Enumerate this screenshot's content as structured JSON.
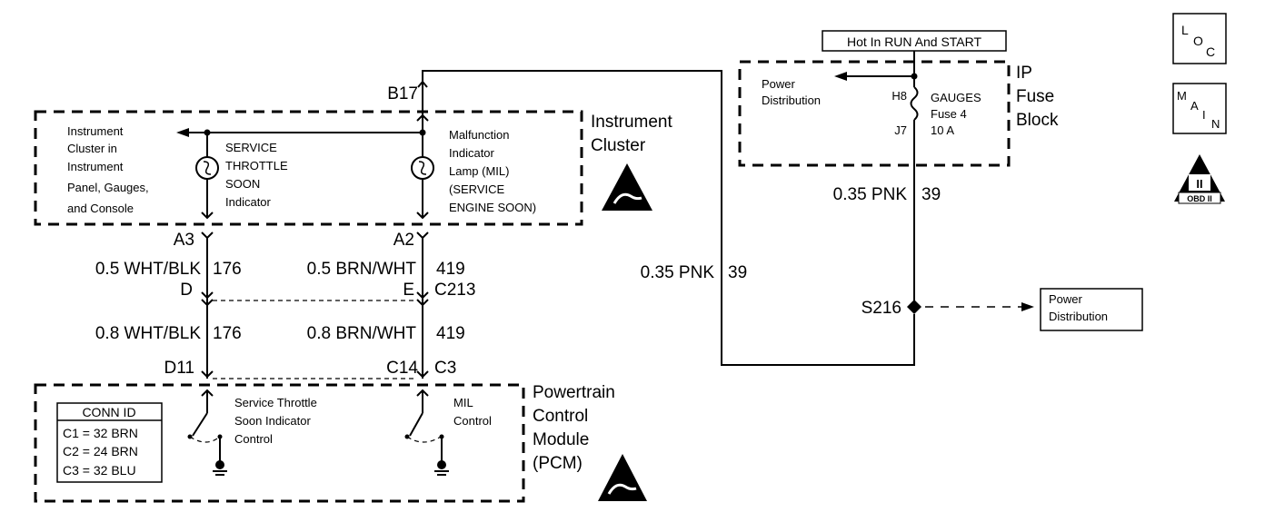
{
  "hot_label": "Hot In RUN And START",
  "fuse_block": {
    "title_lines": [
      "IP",
      "Fuse",
      "Block"
    ],
    "power_dist_lines": [
      "Power",
      "Distribution"
    ],
    "pin_in": "H8",
    "pin_out": "J7",
    "fuse_lines": [
      "GAUGES",
      "Fuse 4",
      "10 A"
    ]
  },
  "badges": {
    "loc": {
      "l": "L",
      "o": "O",
      "c": "C"
    },
    "main": {
      "m": "M",
      "a": "A",
      "i": "I",
      "n": "N"
    },
    "obd": {
      "numeral": "II",
      "label": "OBD II"
    }
  },
  "instrument_cluster": {
    "title_lines": [
      "Instrument",
      "Cluster"
    ],
    "left_desc": [
      "Instrument",
      "Cluster in",
      "Instrument",
      "Panel, Gauges,",
      "and Console"
    ],
    "sts_lamp": [
      "SERVICE",
      "THROTTLE",
      "SOON",
      "Indicator"
    ],
    "mil_lamp": [
      "Malfunction",
      "Indicator",
      "Lamp (MIL)",
      "(SERVICE",
      "ENGINE SOON)"
    ],
    "pin_top": "B17",
    "pin_a3": "A3",
    "pin_a2": "A2"
  },
  "wires": {
    "left_upper_gauge": "0.5 WHT/BLK",
    "left_upper_circuit": "176",
    "right_upper_gauge": "0.5 BRN/WHT",
    "right_upper_circuit": "419",
    "left_lower_gauge": "0.8 WHT/BLK",
    "left_lower_circuit": "176",
    "right_lower_gauge": "0.8 BRN/WHT",
    "right_lower_circuit": "419",
    "feed_gauge": "0.35 PNK",
    "feed_circuit": "39",
    "fuse_out_gauge": "0.35 PNK",
    "fuse_out_circuit": "39"
  },
  "connector": {
    "pin_d": "D",
    "pin_e": "E",
    "name": "C213",
    "pin_d11": "D11",
    "pin_c14": "C14",
    "pin_c3": "C3"
  },
  "splice": {
    "name": "S216",
    "power_dist_lines": [
      "Power",
      "Distribution"
    ]
  },
  "pcm": {
    "title_lines": [
      "Powertrain",
      "Control",
      "Module",
      "(PCM)"
    ],
    "sts_control": [
      "Service Throttle",
      "Soon Indicator",
      "Control"
    ],
    "mil_control": [
      "MIL",
      "Control"
    ],
    "conn_id_title": "CONN ID",
    "conn_id_rows": [
      "C1 = 32 BRN",
      "C2 = 24 BRN",
      "C3 = 32 BLU"
    ]
  }
}
